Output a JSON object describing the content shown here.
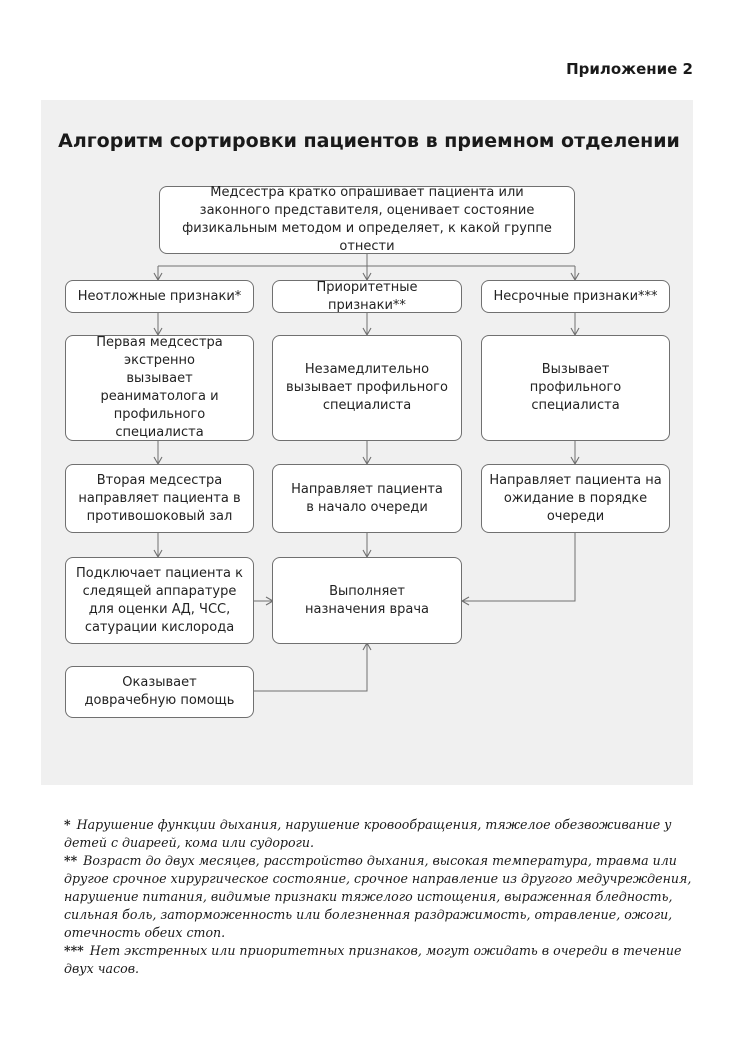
{
  "appendix_label": "Приложение 2",
  "title": "Алгоритм сортировки пациентов в приемном отделении",
  "nodes": {
    "start": "Медсестра кратко опрашивает пациента или законного представителя, оценивает состояние физикальным методом и определяет, к какой группе отнести",
    "urgent": "Неотложные признаки*",
    "priority": "Приоритетные признаки**",
    "nonurgent": "Несрочные признаки***",
    "urgent_step1": "Первая медсестра экстренно вызывает реаниматолога и профильного специалиста",
    "urgent_step2": "Вторая медсестра направляет пациента в противошоковый зал",
    "urgent_step3": "Подключает пациента к следящей аппаратуре для оценки АД, ЧСС, сатурации кислорода",
    "urgent_step4": "Оказывает доврачебную помощь",
    "priority_step1": "Незамедлительно вызывает профильного специалиста",
    "priority_step2": "Направляет пациента в начало очереди",
    "execute": "Выполняет назначения врача",
    "nonurgent_step1": "Вызывает профильного специалиста",
    "nonurgent_step2": "Направляет пациента на ожидание в порядке очереди"
  },
  "footnotes": [
    {
      "mark": "*",
      "text": "Нарушение функции дыхания, нарушение кровообращения, тяжелое обезвоживание у детей с диареей, кома или судороги."
    },
    {
      "mark": "**",
      "text": "Возраст до двух месяцев, расстройство дыхания, высокая температура, травма или другое срочное хирургическое состояние, срочное направление из другого медучреждения, нарушение питания, видимые признаки тяжелого истощения, выраженная бледность, сильная боль, заторможенность или болезненная раздражимость, отравление, ожоги, отечность обеих стоп."
    },
    {
      "mark": "***",
      "text": "Нет экстренных или приоритетных признаков, могут ожидать в очереди в течение двух часов."
    }
  ]
}
